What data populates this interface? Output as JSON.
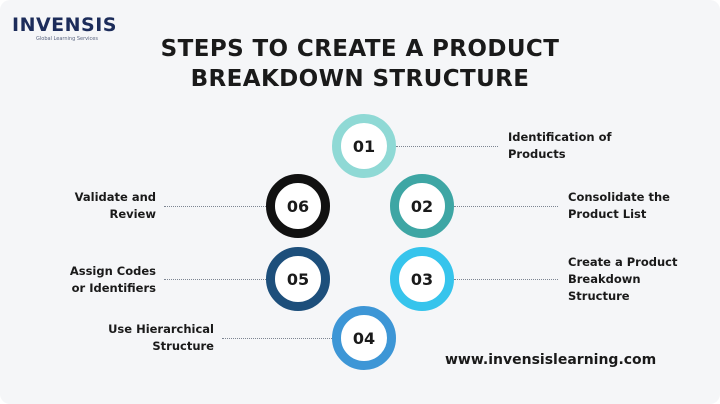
{
  "brand": {
    "logo_text": "INVENSIS",
    "tagline": "Global Learning Services"
  },
  "title": {
    "line1": "STEPS TO CREATE A PRODUCT",
    "line2": "BREAKDOWN STRUCTURE"
  },
  "steps": [
    {
      "number": "01",
      "lines": [
        "Identification of",
        "Products"
      ],
      "color": "#8fd9d5"
    },
    {
      "number": "02",
      "lines": [
        "Consolidate the",
        "Product List"
      ],
      "color": "#3ea6a4"
    },
    {
      "number": "03",
      "lines": [
        "Create a Product",
        "Breakdown",
        "Structure"
      ],
      "color": "#36c4ec"
    },
    {
      "number": "04",
      "lines": [
        "Use Hierarchical",
        "Structure"
      ],
      "color": "#3d96d6"
    },
    {
      "number": "05",
      "lines": [
        "Assign Codes",
        "or Identifiers"
      ],
      "color": "#1d4f7b"
    },
    {
      "number": "06",
      "lines": [
        "Validate and",
        "Review"
      ],
      "color": "#111111"
    }
  ],
  "website": "www.invensislearning.com"
}
